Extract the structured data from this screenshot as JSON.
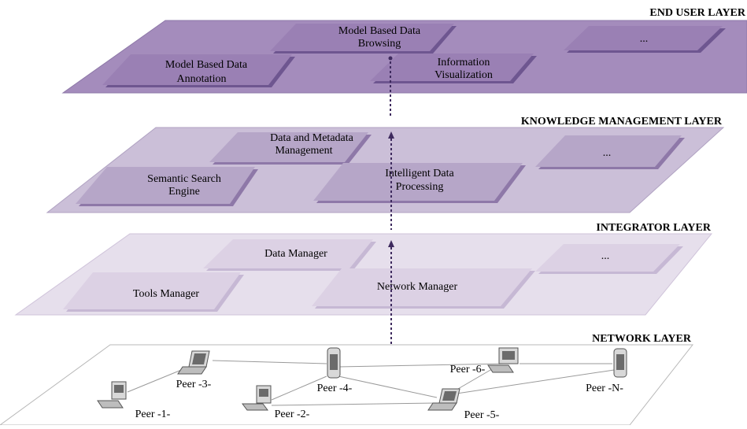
{
  "layers": [
    {
      "title": "END USER LAYER",
      "fill": "#a48cbc",
      "box_fill": "#9a80b4",
      "modules": [
        {
          "lines": [
            "Model Based Data",
            "Browsing"
          ]
        },
        {
          "lines": [
            "Model Based Data",
            "Annotation"
          ]
        },
        {
          "lines": [
            "Information",
            "Visualization"
          ]
        },
        {
          "lines": [
            "..."
          ]
        }
      ]
    },
    {
      "title": "KNOWLEDGE MANAGEMENT LAYER",
      "fill": "#cbbfd8",
      "box_fill": "#b6a6c8",
      "modules": [
        {
          "lines": [
            "Data and Metadata",
            "Management"
          ]
        },
        {
          "lines": [
            "Semantic Search",
            "Engine"
          ]
        },
        {
          "lines": [
            "Intelligent Data",
            "Processing"
          ]
        },
        {
          "lines": [
            "..."
          ]
        }
      ]
    },
    {
      "title": "INTEGRATOR LAYER",
      "fill": "#e6dfec",
      "box_fill": "#dcd1e4",
      "modules": [
        {
          "lines": [
            "Data Manager"
          ]
        },
        {
          "lines": [
            "Tools Manager"
          ]
        },
        {
          "lines": [
            "Network Manager"
          ]
        },
        {
          "lines": [
            "..."
          ]
        }
      ]
    },
    {
      "title": "NETWORK LAYER",
      "fill": "#ffffff",
      "peers": [
        {
          "label": "Peer -1-",
          "device": "desktop"
        },
        {
          "label": "Peer -2-",
          "device": "desktop"
        },
        {
          "label": "Peer -3-",
          "device": "laptop"
        },
        {
          "label": "Peer -4-",
          "device": "phone"
        },
        {
          "label": "Peer -5-",
          "device": "laptop"
        },
        {
          "label": "Peer -6-",
          "device": "desktop"
        },
        {
          "label": "Peer -N-",
          "device": "phone"
        }
      ]
    }
  ],
  "colors": {
    "connector": "#3e2a5e",
    "box_shadow": "#6e5690"
  }
}
